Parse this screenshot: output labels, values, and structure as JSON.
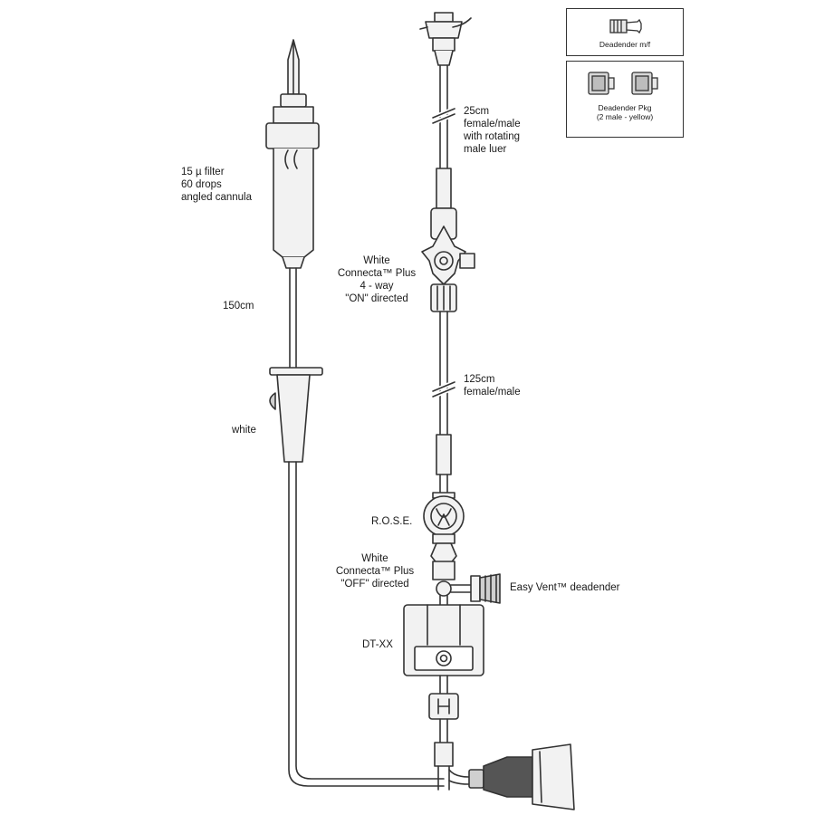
{
  "labels": {
    "filter": "15 µ filter\n60 drops\nangled cannula",
    "length_150": "150cm",
    "white_clamp": "white",
    "length_25": "25cm\nfemale/male\nwith rotating\nmale luer",
    "stopcock_4way": "White\nConnecta™ Plus\n4 - way\n\"ON\" directed",
    "length_125": "125cm\nfemale/male",
    "rose": "R.O.S.E.",
    "stopcock_off": "White\nConnecta™ Plus\n\"OFF\" directed",
    "easy_vent": "Easy Vent™ deadender",
    "transducer": "DT-XX"
  },
  "legend": {
    "item1": "Deadender m/f",
    "item2": "Deadender Pkg\n(2 male - yellow)"
  },
  "colors": {
    "line": "#333333",
    "fill_light": "#f2f2f2",
    "fill_mid": "#cfcfcf",
    "fill_dark": "#555555"
  }
}
